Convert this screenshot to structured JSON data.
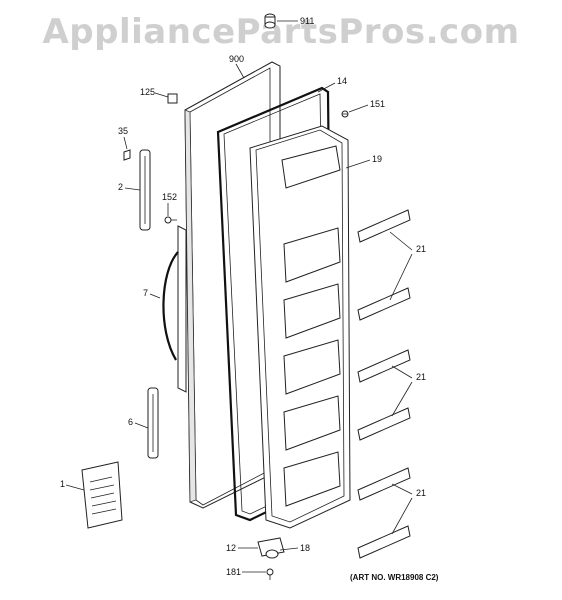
{
  "watermark": "AppliancePartsPros.com",
  "art_number": "(ART NO. WR18908 C2)",
  "callouts": {
    "c911": "911",
    "c900": "900",
    "c14": "14",
    "c125": "125",
    "c151": "151",
    "c35": "35",
    "c19": "19",
    "c2": "2",
    "c152": "152",
    "c21a": "21",
    "c7": "7",
    "c21b": "21",
    "c6": "6",
    "c21c": "21",
    "c1": "1",
    "c12": "12",
    "c18": "18",
    "c181": "181"
  }
}
